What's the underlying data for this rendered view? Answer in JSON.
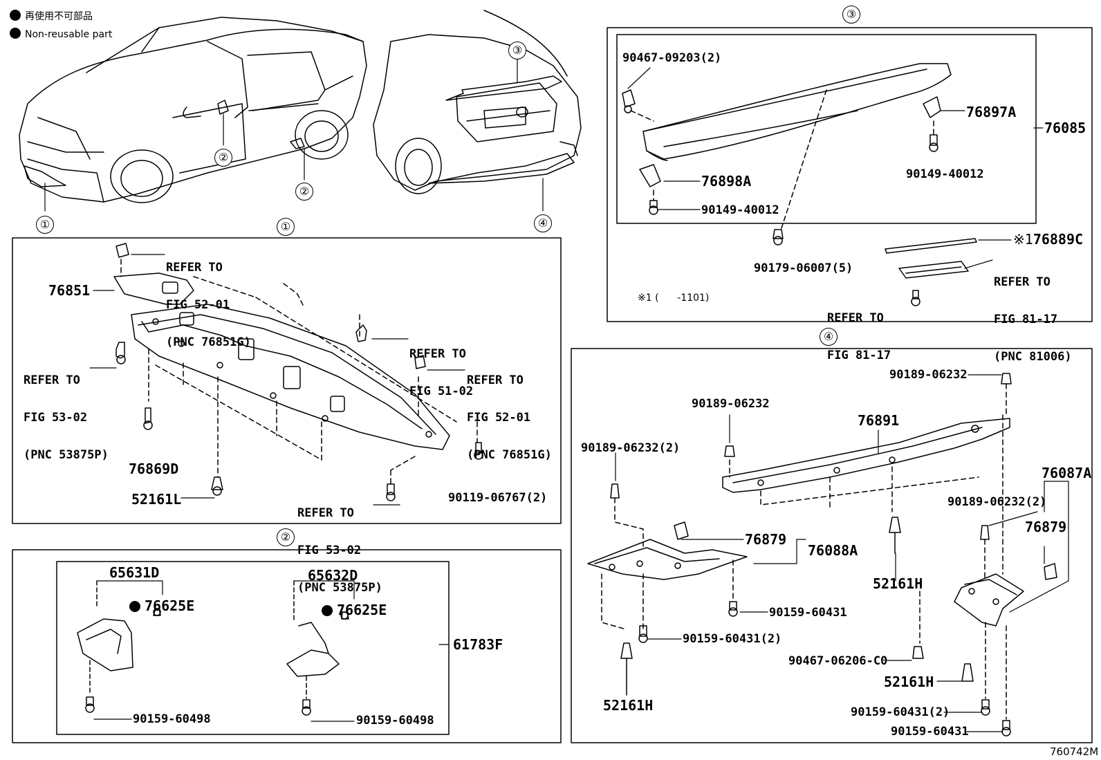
{
  "legend": {
    "line_jp": "再使用不可部品",
    "line_en": "Non-reusable part"
  },
  "callouts": [
    "①",
    "②",
    "③",
    "④"
  ],
  "note_mark": "※1",
  "section1": {
    "parts": {
      "p76851": "76851",
      "p76869D": "76869D",
      "p52161L": "52161L",
      "p90119": "90119-06767(2)"
    },
    "refs": {
      "ref_52_01_top": [
        "REFER TO",
        "FIG 52-01",
        "(PNC 76851G)"
      ],
      "ref_53_02_left": [
        "REFER TO",
        "FIG 53-02",
        "(PNC 53875P)"
      ],
      "ref_51_02": [
        "REFER TO",
        "FIG 51-02"
      ],
      "ref_52_01_right": [
        "REFER TO",
        "FIG 52-01",
        "(PNC 76851G)"
      ],
      "ref_53_02_bottom": [
        "REFER TO",
        "FIG 53-02",
        "(PNC 53875P)"
      ]
    }
  },
  "section2": {
    "parts": {
      "p65631D": "65631D",
      "p65632D": "65632D",
      "p76625E_a": "76625E",
      "p76625E_b": "76625E",
      "p61783F": "61783F",
      "p90159_a": "90159-60498",
      "p90159_b": "90159-60498"
    }
  },
  "section3": {
    "parts": {
      "p90467": "90467-09203(2)",
      "p76897A": "76897A",
      "p76085": "76085",
      "p76898A": "76898A",
      "p90149_a": "90149-40012",
      "p90149_b": "90149-40012",
      "p76889C": "76889C",
      "p90179": "90179-06007(5)"
    },
    "refs": {
      "ref_81_17_pnc": [
        "REFER TO",
        "FIG 81-17",
        "(PNC 81006)"
      ],
      "ref_81_17": [
        "REFER TO",
        "FIG 81-17"
      ]
    },
    "note": "※1 (      -1101)"
  },
  "section4": {
    "parts": {
      "p90189_top": "90189-06232",
      "p90189_mid": "90189-06232",
      "p90189_left": "90189-06232(2)",
      "p76891": "76891",
      "p76087A": "76087A",
      "p90189_right": "90189-06232(2)",
      "p76879_a": "76879",
      "p76879_b": "76879",
      "p76088A": "76088A",
      "p52161H_a": "52161H",
      "p52161H_b": "52161H",
      "p52161H_c": "52161H",
      "p90159_a": "90159-60431",
      "p90159_b": "90159-60431(2)",
      "p90467": "90467-06206-C0",
      "p90159_c": "90159-60431(2)",
      "p90159_d": "90159-60431"
    }
  },
  "figure_id": "760742M"
}
